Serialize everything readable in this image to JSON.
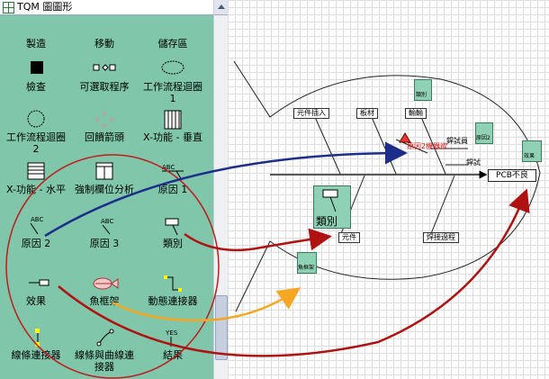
{
  "window": {
    "title": "TQM 圖圖形"
  },
  "stencil_items": [
    {
      "name": "manufacture",
      "label": "製造",
      "icon": "manufacture-icon"
    },
    {
      "name": "move",
      "label": "移動",
      "icon": "move-icon"
    },
    {
      "name": "storage-area",
      "label": "儲存區",
      "icon": "storage-icon"
    },
    {
      "name": "inspect",
      "label": "檢查",
      "icon": "inspect-icon"
    },
    {
      "name": "optional-process",
      "label": "可選取程序",
      "icon": "optional-process-icon"
    },
    {
      "name": "workflow-loop-1",
      "label": "工作流程迴圈 1",
      "icon": "loop-ellipse-icon"
    },
    {
      "name": "workflow-loop-2",
      "label": "工作流程迴圈 2",
      "icon": "loop-circle-icon"
    },
    {
      "name": "feedback-arrows",
      "label": "回饋箭頭",
      "icon": "feedback-arrows-icon"
    },
    {
      "name": "x-function-vertical",
      "label": "X-功能 - 垂直",
      "icon": "grid-vertical-icon"
    },
    {
      "name": "x-function-horizontal",
      "label": "X-功能 - 水平",
      "icon": "grid-horizontal-icon"
    },
    {
      "name": "forced-field-analysis",
      "label": "強制欄位分析",
      "icon": "field-analysis-icon"
    },
    {
      "name": "cause-1",
      "label": "原因 1",
      "icon": "cause-1-icon"
    },
    {
      "name": "cause-2",
      "label": "原因 2",
      "icon": "cause-2-icon"
    },
    {
      "name": "cause-3",
      "label": "原因 3",
      "icon": "cause-3-icon"
    },
    {
      "name": "category",
      "label": "類別",
      "icon": "category-icon"
    },
    {
      "name": "effect",
      "label": "效果",
      "icon": "effect-icon"
    },
    {
      "name": "fish-frame",
      "label": "魚框架",
      "icon": "fish-icon"
    },
    {
      "name": "dynamic-connector",
      "label": "動態連接器",
      "icon": "dynamic-connector-icon"
    },
    {
      "name": "line-connector",
      "label": "線條連接器",
      "icon": "line-connector-icon"
    },
    {
      "name": "line-curve-connector",
      "label": "線條與曲線連接器",
      "icon": "curve-connector-icon"
    },
    {
      "name": "result",
      "label": "結果",
      "icon": "result-icon"
    }
  ],
  "icon_text": {
    "abc": "ABC",
    "yes": "YES"
  },
  "diagram": {
    "effect_box": "PCB不良",
    "category_big_label": "類別",
    "small_category_label": "類別",
    "small_category_label_2": "原因2",
    "effect_small_label": "效果",
    "fish_label": "魚框架",
    "top_causes": [
      "元件插入",
      "板材",
      "輸輸"
    ],
    "bottom_causes": [
      "元件",
      "焊接過程"
    ],
    "notes": [
      "銲試員",
      "銲試"
    ],
    "red_note": "原因2機器欲"
  },
  "colors": {
    "panel_bg": "#7fc6ab",
    "blue_arrow": "#1c2d8a",
    "red_arrow": "#b01212",
    "orange_arrow": "#f5a623",
    "ellipse": "#c01c1c"
  }
}
